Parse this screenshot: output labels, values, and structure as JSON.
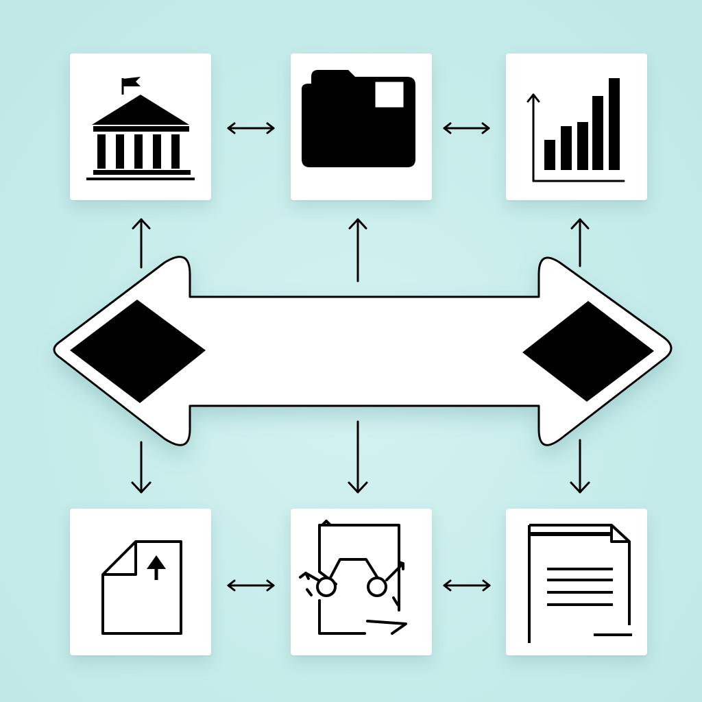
{
  "diagram": {
    "nodes": [
      {
        "id": "institution",
        "icon": "institution-building-icon"
      },
      {
        "id": "folder",
        "icon": "folder-icon"
      },
      {
        "id": "analytics",
        "icon": "bar-chart-icon"
      },
      {
        "id": "upload",
        "icon": "document-upload-icon"
      },
      {
        "id": "process",
        "icon": "process-flow-icon"
      },
      {
        "id": "report",
        "icon": "text-document-icon"
      }
    ],
    "central_connector": {
      "icon": "double-headed-arrow-icon"
    },
    "colors": {
      "background": "#c6ecea",
      "tile": "#ffffff",
      "ink": "#000000"
    }
  }
}
